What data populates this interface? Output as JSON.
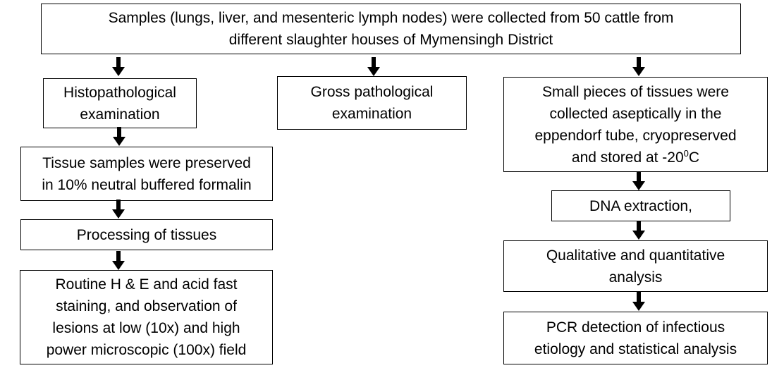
{
  "top_box": {
    "line1": "Samples (lungs, liver, and mesenteric lymph nodes) were collected from 50 cattle from",
    "line2": "different slaughter houses of Mymensingh District"
  },
  "left_column": {
    "histopathological": {
      "line1": "Histopathological",
      "line2": "examination"
    },
    "preserved": {
      "line1": "Tissue samples were preserved",
      "line2": "in 10% neutral buffered formalin"
    },
    "processing": {
      "line1": "Processing of tissues"
    },
    "staining": {
      "line1": "Routine H & E and acid fast",
      "line2": "staining, and observation of",
      "line3": "lesions at low (10x) and high",
      "line4": "power microscopic (100x) field"
    }
  },
  "middle_column": {
    "gross": {
      "line1": "Gross pathological",
      "line2": "examination"
    }
  },
  "right_column": {
    "small_pieces": {
      "line1": "Small pieces of tissues were",
      "line2": "collected aseptically in the",
      "line3": "eppendorf tube, cryopreserved",
      "line4_pre": "and stored at -20",
      "line4_sup": "0",
      "line4_post": "C"
    },
    "dna": {
      "line1": "DNA extraction,"
    },
    "qualitative": {
      "line1": "Qualitative and quantitative",
      "line2": "analysis"
    },
    "pcr": {
      "line1": "PCR detection of infectious",
      "line2": "etiology and statistical analysis"
    }
  }
}
